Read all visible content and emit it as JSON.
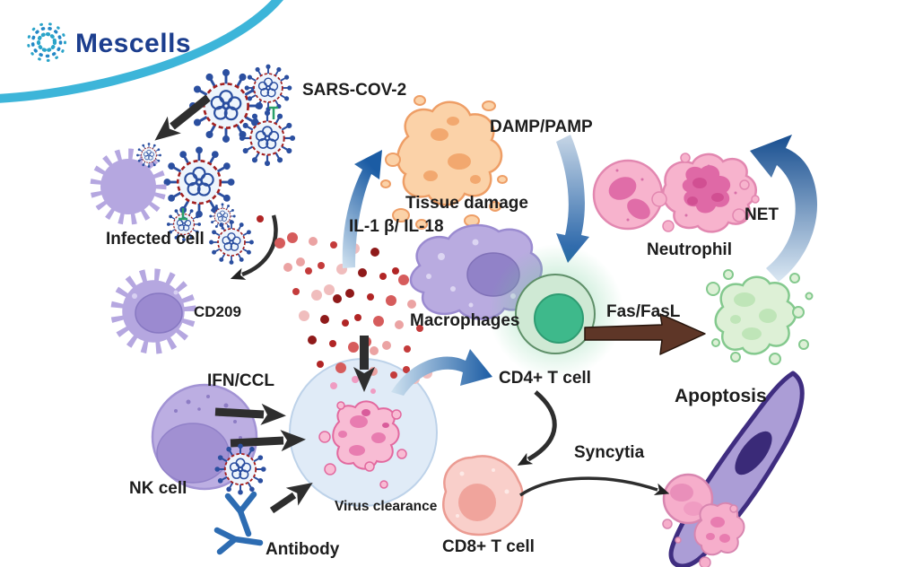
{
  "logo": {
    "brand": "Mescells"
  },
  "diagram": {
    "labels": {
      "sars_cov_2": "SARS-COV-2",
      "infected_cell": "Infected cell",
      "cd209": "CD209",
      "ifn_ccl": "IFN/CCL",
      "nk_cell": "NK cell",
      "antibody": "Antibody",
      "virus_clearance": "Virus clearance",
      "il1_il18": "IL-1 β/ IL-18",
      "tissue_damage": "Tissue damage",
      "damp_pamp": "DAMP/PAMP",
      "macrophages": "Macrophages",
      "cd4_t_cell": "CD4+ T cell",
      "fas_fasl": "Fas/FasL",
      "neutrophil": "Neutrophil",
      "net": "NET",
      "apoptosis": "Apoptosis",
      "cd8_t_cell": "CD8+ T cell",
      "syncytia": "Syncytia"
    },
    "colors": {
      "brand_navy": "#1c3e8e",
      "swoosh_teal": "#3db5d9",
      "damp_text_blue": "#176ba6",
      "label_black": "#1d1d1d",
      "virus_blue": "#2b4fa0",
      "virus_ring_red": "#a32020",
      "cell_purple": "#b5a7e0",
      "tissue_orange": "#fbd2a8",
      "neutrophil_pink": "#f6aecb",
      "tcell_green": "#3eb98b",
      "apoptosis_green": "#ddf0d6",
      "curved_arrow_blue": "#1b5ca4",
      "arrow_black": "#2e2e2e",
      "fas_arrow_brown": "#5e3627"
    }
  }
}
